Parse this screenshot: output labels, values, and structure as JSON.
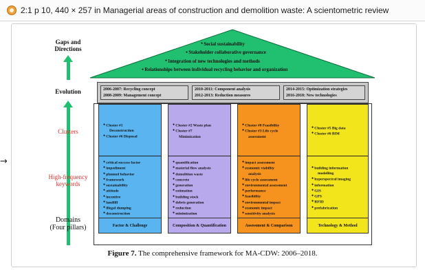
{
  "header": {
    "title": "2:1 p 10, 440 × 257 in Managerial areas of construction and demolition waste: A scientometric review",
    "pointer_glyph": "→"
  },
  "left_axis": {
    "gaps": "Gaps and\nDirections",
    "evolution": "Evolution",
    "clusters": "Clusters",
    "keywords": "High-frequency\nkeywords",
    "domains": "Domains\n(Four pillars)"
  },
  "roof": {
    "items": [
      "Social sustainability",
      "Stakeholder collaborative governance",
      "Integration of new technologies and methods",
      "Relationships between individual recycling behavior and organization"
    ]
  },
  "evolution": [
    {
      "lines": [
        "2006-2007: Recycling concept",
        "2008-2009: Management concept"
      ]
    },
    {
      "lines": [
        "2010-2011: Component analysis",
        "2012-2013: Reduction measures"
      ]
    },
    {
      "lines": [
        "2014-2015: Optimization strategies",
        "2016-2018: New technologies"
      ]
    }
  ],
  "pillars": [
    {
      "color": "#5ab4f0",
      "clusters": [
        "Cluster #1",
        "Deconstruction",
        "Cluster #6 Disposal"
      ],
      "keywords": [
        "critical success factor",
        "impediment",
        "planned behavior",
        "framework",
        "sustainability",
        "attitude",
        "incentive",
        "landfill",
        "illegal dumping",
        "deconstruction"
      ],
      "domain": "Factor & Challenge"
    },
    {
      "color": "#b8a8ec",
      "clusters": [
        "Cluster #2 Waste plan",
        "Cluster #7",
        "Minimization"
      ],
      "keywords": [
        "quantification",
        "material flow analysis",
        "demolition waste",
        "concrete",
        "generation",
        "estimation",
        "building stock",
        "debris generation",
        "reduction",
        "minimization"
      ],
      "domain": "Composition & Quantification"
    },
    {
      "color": "#f5931e",
      "clusters": [
        "Cluster #0 Feasibility",
        "Cluster #3 Life cycle",
        "assessment"
      ],
      "keywords": [
        "impact assessment",
        "economic viability",
        "analysis",
        "life cycle assessment",
        "environmental assessment",
        "performance",
        "feasibility",
        "environmental impact",
        "economic impact",
        "sensitivity analysis"
      ],
      "domain": "Assessment & Comparison"
    },
    {
      "color": "#f2e51c",
      "clusters": [
        "Cluster #5 Big data",
        "Cluster #6 BIM"
      ],
      "keywords": [
        "building information",
        "modelling",
        "hyperspectral imaging",
        "information",
        "GIS",
        "GPS",
        "RFID",
        "prefabrication"
      ],
      "domain": "Technology & Method"
    }
  ],
  "caption": {
    "bold": "Figure 7.",
    "text": " The comprehensive framework for MA-CDW: 2006–2018."
  },
  "colors": {
    "roof": "#20c070",
    "arrow": "#20c070",
    "evolution_bg": "#c8c8c8"
  }
}
